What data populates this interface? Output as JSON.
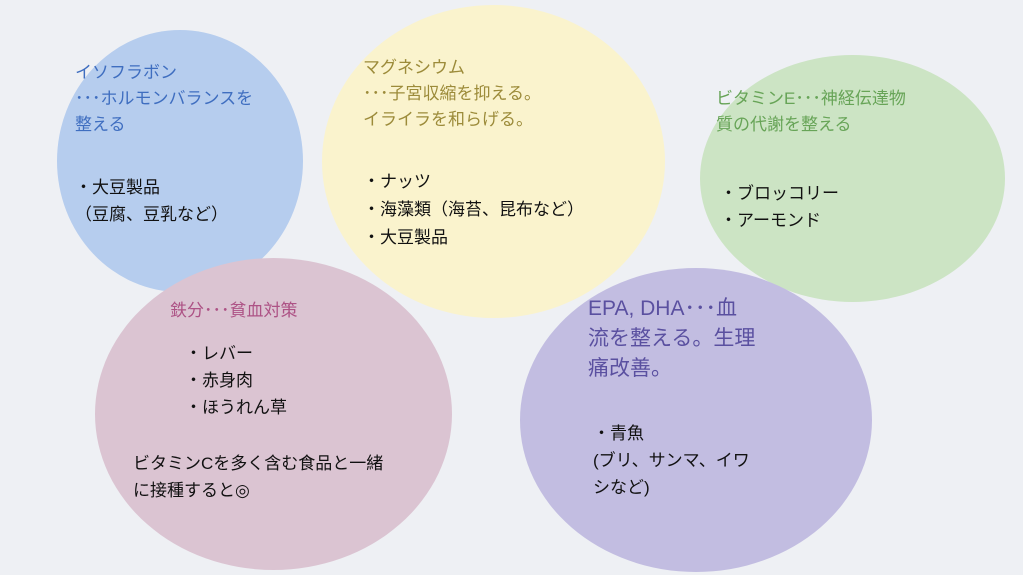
{
  "diagram": {
    "title": "nutrients-for-womens-health-venn",
    "background_color": "#eef0f4",
    "circles": {
      "isoflavone": {
        "fill": "#b6cdee",
        "title_color": "#3f6ec0",
        "title": "イソフラボン\n･･･ホルモンバランスを\n整える",
        "body": "・大豆製品\n（豆腐、豆乳など）"
      },
      "magnesium": {
        "fill": "#faf3cd",
        "title_color": "#9c8b3a",
        "title": "マグネシウム\n･･･子宮収縮を抑える。\nイライラを和らげる。",
        "body": "・ナッツ\n・海藻類（海苔、昆布など）\n・大豆製品"
      },
      "vitamin_e": {
        "fill": "#cce4c4",
        "title_color": "#67a457",
        "title": "ビタミンE･･･神経伝達物\n質の代謝を整える",
        "body": "・ブロッコリー\n・アーモンド"
      },
      "iron": {
        "fill": "#dbc4d2",
        "title_color": "#ad5285",
        "title": "鉄分･･･貧血対策",
        "body": "・レバー\n・赤身肉\n・ほうれん草",
        "note": "ビタミンCを多く含む食品と一緒\nに接種すると◎"
      },
      "epa_dha": {
        "fill": "#c2bde1",
        "title_color": "#5a50a0",
        "title": "EPA, DHA･･･血\n流を整える。生理\n痛改善。",
        "body": "・青魚\n(ブリ、サンマ、イワ\nシなど)"
      }
    }
  }
}
